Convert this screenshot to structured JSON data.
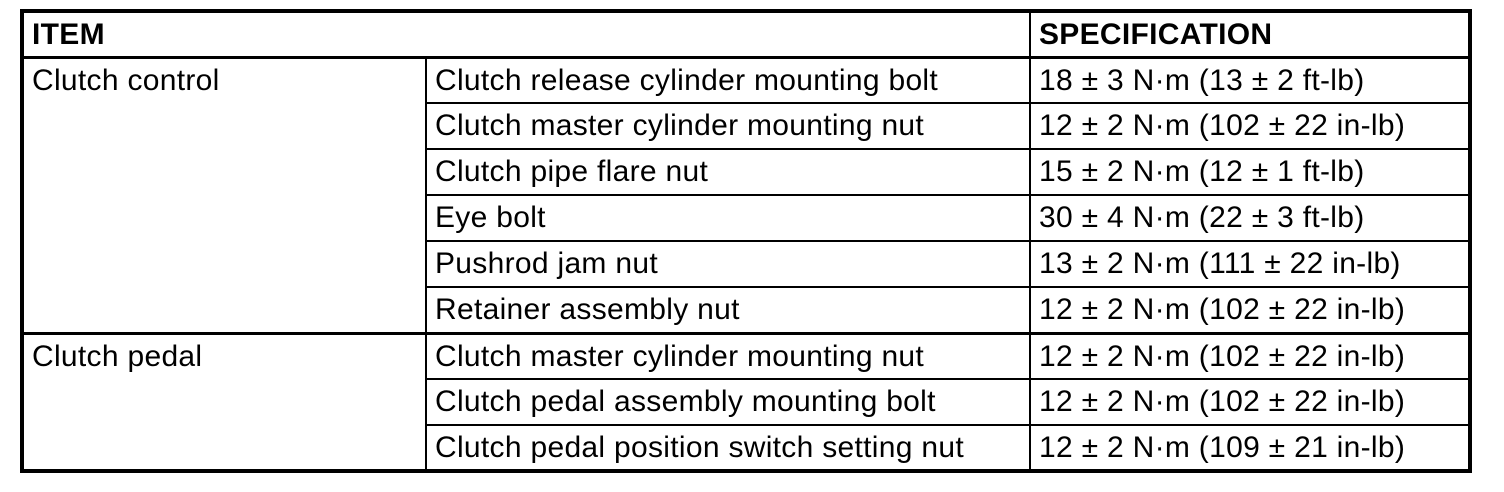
{
  "table": {
    "headers": {
      "item": "ITEM",
      "specification": "SPECIFICATION"
    },
    "groups": [
      {
        "name": "Clutch control",
        "rows": [
          {
            "item": "Clutch release cylinder mounting bolt",
            "spec": "18 ± 3 N·m (13 ± 2 ft-lb)"
          },
          {
            "item": "Clutch master cylinder mounting nut",
            "spec": "12 ± 2 N·m (102 ± 22 in-lb)"
          },
          {
            "item": "Clutch pipe flare nut",
            "spec": "15 ± 2 N·m (12 ± 1 ft-lb)"
          },
          {
            "item": "Eye bolt",
            "spec": "30 ± 4 N·m (22 ± 3 ft-lb)"
          },
          {
            "item": "Pushrod jam nut",
            "spec": "13 ± 2 N·m (111 ± 22 in-lb)"
          },
          {
            "item": "Retainer assembly nut",
            "spec": "12 ± 2 N·m (102 ± 22 in-lb)"
          }
        ]
      },
      {
        "name": "Clutch pedal",
        "rows": [
          {
            "item": "Clutch master cylinder mounting nut",
            "spec": "12 ± 2 N·m (102 ± 22 in-lb)"
          },
          {
            "item": "Clutch pedal assembly mounting bolt",
            "spec": "12 ± 2 N·m (102 ± 22 in-lb)"
          },
          {
            "item": "Clutch pedal position switch setting nut",
            "spec": "12 ± 2 N·m (109 ± 21 in-lb)"
          }
        ]
      }
    ]
  },
  "colors": {
    "border": "#000000",
    "background": "#ffffff",
    "text": "#000000"
  }
}
